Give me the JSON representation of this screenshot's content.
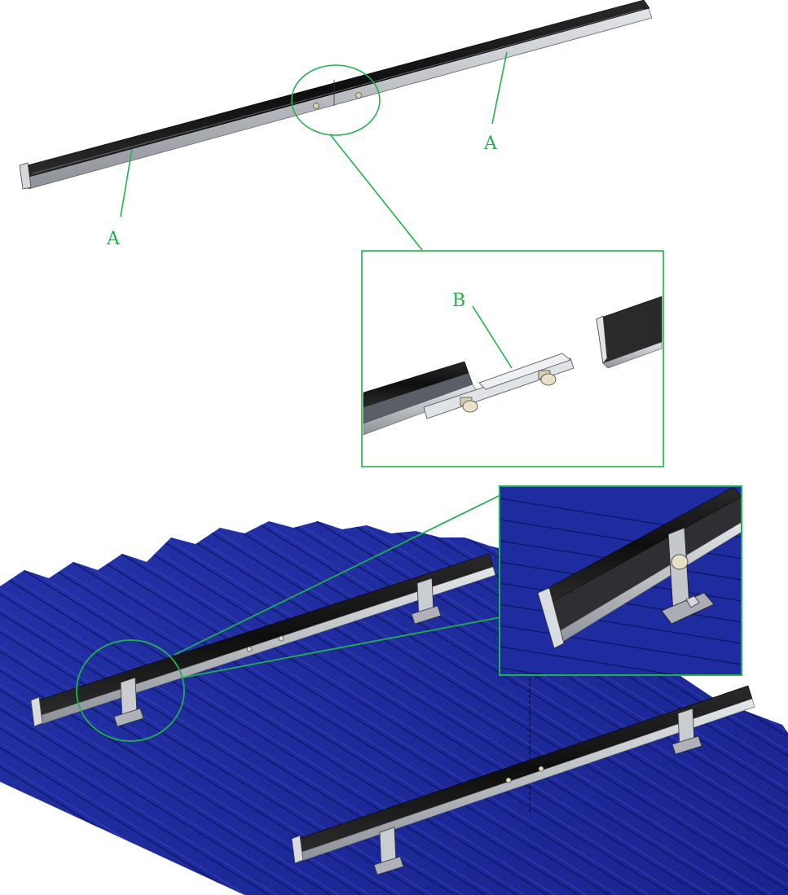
{
  "callouts": {
    "rail_left": "A",
    "rail_right": "A",
    "splice": "B"
  },
  "colors": {
    "callout_green": "#22b04a",
    "roof_blue": "#1f2c9e",
    "roof_blue_dark": "#101a66",
    "rail_black": "#161616",
    "rail_silver": "#c8ccd2",
    "bracket_silver": "#b9bcc2"
  },
  "icons": {
    "splice_zoom": "magnifier-circle",
    "bracket_zoom": "magnifier-circle"
  }
}
